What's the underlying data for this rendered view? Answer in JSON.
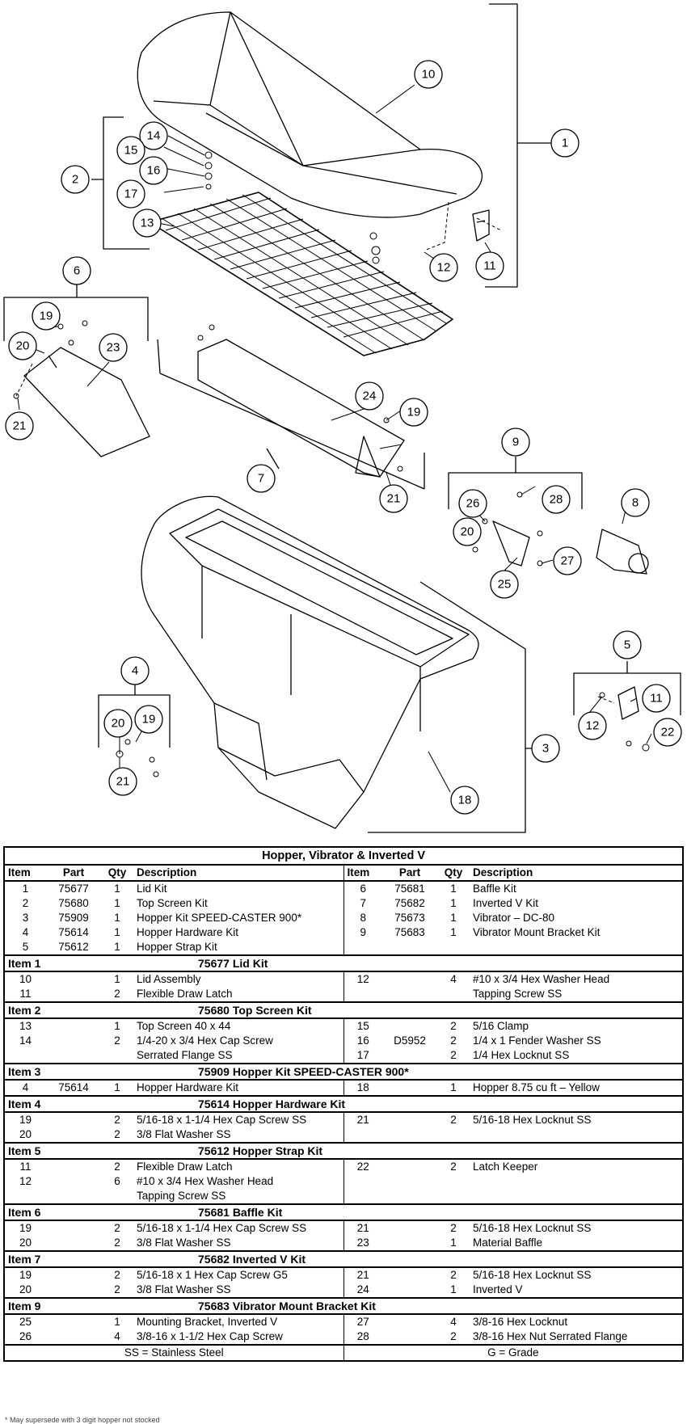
{
  "callouts": [
    "1",
    "2",
    "3",
    "4",
    "5",
    "6",
    "7",
    "8",
    "9",
    "10",
    "11",
    "12",
    "13",
    "14",
    "15",
    "16",
    "17",
    "18",
    "19",
    "20",
    "21",
    "22",
    "23",
    "24",
    "25",
    "26",
    "27",
    "28"
  ],
  "table": {
    "title": "Hopper, Vibrator & Inverted V",
    "headers": [
      "Item",
      "Part",
      "Qty",
      "Description"
    ],
    "main_rows": [
      [
        [
          "1",
          "75677",
          "1",
          "Lid Kit"
        ],
        [
          "6",
          "75681",
          "1",
          "Baffle Kit"
        ]
      ],
      [
        [
          "2",
          "75680",
          "1",
          "Top Screen Kit"
        ],
        [
          "7",
          "75682",
          "1",
          "Inverted V Kit"
        ]
      ],
      [
        [
          "3",
          "75909",
          "1",
          "Hopper Kit SPEED-CASTER 900*"
        ],
        [
          "8",
          "75673",
          "1",
          "Vibrator – DC-80"
        ]
      ],
      [
        [
          "4",
          "75614",
          "1",
          "Hopper Hardware Kit"
        ],
        [
          "9",
          "75683",
          "1",
          "Vibrator Mount Bracket Kit"
        ]
      ],
      [
        [
          "5",
          "75612",
          "1",
          "Hopper Strap Kit"
        ],
        [
          "",
          "",
          "",
          ""
        ]
      ]
    ],
    "sections": [
      {
        "item": "Item 1",
        "title": "75677  Lid Kit",
        "rows": [
          [
            [
              "10",
              "",
              "1",
              "Lid Assembly"
            ],
            [
              "12",
              "",
              "4",
              "#10 x 3/4 Hex Washer Head"
            ]
          ],
          [
            [
              "11",
              "",
              "2",
              "Flexible Draw Latch"
            ],
            [
              "",
              "",
              "",
              "Tapping Screw SS"
            ]
          ]
        ]
      },
      {
        "item": "Item 2",
        "title": "75680  Top Screen Kit",
        "rows": [
          [
            [
              "13",
              "",
              "1",
              "Top Screen 40 x 44"
            ],
            [
              "15",
              "",
              "2",
              "5/16 Clamp"
            ]
          ],
          [
            [
              "14",
              "",
              "2",
              "1/4-20 x 3/4 Hex Cap Screw"
            ],
            [
              "16",
              "D5952",
              "2",
              "1/4 x 1 Fender Washer SS"
            ]
          ],
          [
            [
              "",
              "",
              "",
              "Serrated Flange SS"
            ],
            [
              "17",
              "",
              "2",
              "1/4 Hex Locknut SS"
            ]
          ]
        ]
      },
      {
        "item": "Item 3",
        "title": "75909  Hopper Kit SPEED-CASTER 900*",
        "rows": [
          [
            [
              "4",
              "75614",
              "1",
              "Hopper Hardware Kit"
            ],
            [
              "18",
              "",
              "1",
              "Hopper 8.75 cu ft – Yellow"
            ]
          ]
        ]
      },
      {
        "item": "Item 4",
        "title": "75614  Hopper Hardware Kit",
        "rows": [
          [
            [
              "19",
              "",
              "2",
              "5/16-18 x 1-1/4 Hex Cap Screw SS"
            ],
            [
              "21",
              "",
              "2",
              "5/16-18 Hex Locknut SS"
            ]
          ],
          [
            [
              "20",
              "",
              "2",
              "3/8 Flat Washer SS"
            ],
            [
              "",
              "",
              "",
              ""
            ]
          ]
        ]
      },
      {
        "item": "Item 5",
        "title": "75612  Hopper Strap Kit",
        "rows": [
          [
            [
              "11",
              "",
              "2",
              "Flexible Draw Latch"
            ],
            [
              "22",
              "",
              "2",
              "Latch Keeper"
            ]
          ],
          [
            [
              "12",
              "",
              "6",
              "#10 x 3/4 Hex Washer Head"
            ],
            [
              "",
              "",
              "",
              ""
            ]
          ],
          [
            [
              "",
              "",
              "",
              "Tapping Screw SS"
            ],
            [
              "",
              "",
              "",
              ""
            ]
          ]
        ]
      },
      {
        "item": "Item 6",
        "title": "75681  Baffle Kit",
        "rows": [
          [
            [
              "19",
              "",
              "2",
              "5/16-18 x 1-1/4 Hex Cap Screw SS"
            ],
            [
              "21",
              "",
              "2",
              "5/16-18 Hex Locknut SS"
            ]
          ],
          [
            [
              "20",
              "",
              "2",
              "3/8 Flat Washer SS"
            ],
            [
              "23",
              "",
              "1",
              "Material Baffle"
            ]
          ]
        ]
      },
      {
        "item": "Item 7",
        "title": "75682  Inverted V Kit",
        "rows": [
          [
            [
              "19",
              "",
              "2",
              "5/16-18 x 1 Hex Cap Screw G5"
            ],
            [
              "21",
              "",
              "2",
              "5/16-18 Hex Locknut SS"
            ]
          ],
          [
            [
              "20",
              "",
              "2",
              "3/8 Flat Washer SS"
            ],
            [
              "24",
              "",
              "1",
              "Inverted V"
            ]
          ]
        ]
      },
      {
        "item": "Item 9",
        "title": "75683  Vibrator Mount Bracket Kit",
        "rows": [
          [
            [
              "25",
              "",
              "1",
              "Mounting Bracket, Inverted V"
            ],
            [
              "27",
              "",
              "4",
              "3/8-16 Hex Locknut"
            ]
          ],
          [
            [
              "26",
              "",
              "4",
              "3/8-16 x 1-1/2 Hex Cap Screw"
            ],
            [
              "28",
              "",
              "2",
              "3/8-16 Hex Nut Serrated Flange"
            ]
          ]
        ]
      }
    ],
    "legend": {
      "left": "SS = Stainless Steel",
      "right": "G = Grade"
    },
    "footnote": "* May supersede with 3 digit hopper not stocked"
  }
}
